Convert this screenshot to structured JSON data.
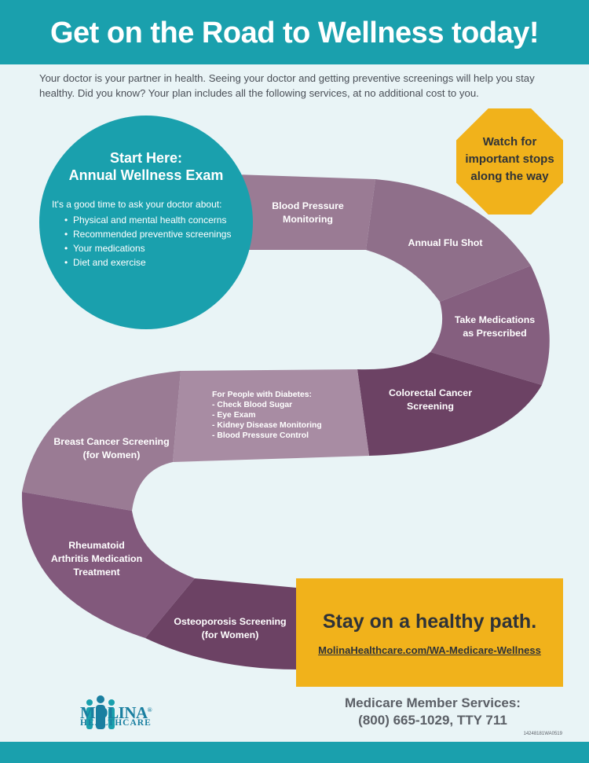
{
  "header": {
    "title": "Get on the Road to Wellness today!"
  },
  "intro": "Your doctor is your partner in health. Seeing your doctor and getting preventive screenings will help you stay healthy. Did you know? Your plan includes all the following services, at no additional cost to you.",
  "start": {
    "title_line1": "Start Here:",
    "title_line2": "Annual Wellness Exam",
    "intro": "It's a good time to ask your doctor about:",
    "items": [
      "Physical and mental health concerns",
      "Recommended preventive screenings",
      "Your medications",
      "Diet and exercise"
    ]
  },
  "callout": {
    "line1": "Watch for",
    "line2": "important stops",
    "line3": "along the way"
  },
  "stops": {
    "blood_pressure": [
      "Blood Pressure",
      "Monitoring"
    ],
    "flu_shot": [
      "Annual Flu Shot"
    ],
    "medications": [
      "Take Medications",
      "as Prescribed"
    ],
    "colorectal": [
      "Colorectal Cancer",
      "Screening"
    ],
    "diabetes": {
      "title": "For People with Diabetes:",
      "items": [
        "- Check Blood Sugar",
        "- Eye Exam",
        "- Kidney Disease Monitoring",
        "- Blood Pressure Control"
      ]
    },
    "breast": [
      "Breast Cancer Screening",
      "(for Women)"
    ],
    "rheumatoid": [
      "Rheumatoid",
      "Arthritis Medication",
      "Treatment"
    ],
    "osteoporosis": [
      "Osteoporosis Screening",
      "(for Women)"
    ]
  },
  "promo": {
    "title": "Stay on a healthy path.",
    "link": "MolinaHealthcare.com/WA-Medicare-Wellness"
  },
  "logo": {
    "name": "MOLINA",
    "mark": "®",
    "sub": "HEALTHCARE"
  },
  "services": {
    "label": "Medicare Member Services:",
    "phone": "(800) 665-1029, TTY 711"
  },
  "doc_code": "14248181WA0519",
  "colors": {
    "teal": "#1aa0ad",
    "gold": "#f1b21b",
    "road_light": "#9a7b94",
    "road_mid": "#8a6784",
    "road_dark": "#6c4264"
  }
}
